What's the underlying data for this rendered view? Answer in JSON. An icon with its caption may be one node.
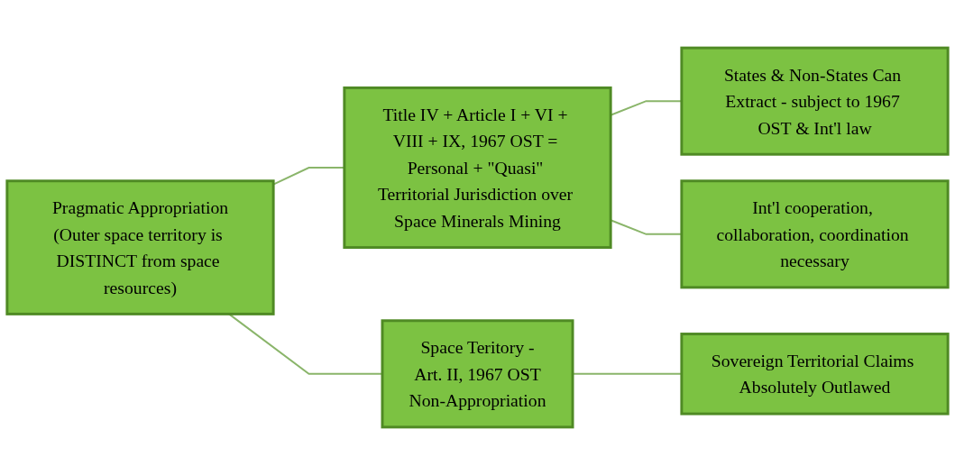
{
  "diagram": {
    "nodes": [
      {
        "text": [
          "Pragmatic Appropriation",
          "(Outer space territory is DISTINCT from space resources)"
        ]
      },
      {
        "text": [
          "Title IV + Article I + VI + VIII + IX, 1967 OST = Personal + \"Quasi\" Territorial Jurisdiction over Space Minerals Mining"
        ]
      },
      {
        "text": [
          "Space Teritory -",
          "Art. II, 1967 OST",
          "Non-Appropriation"
        ]
      },
      {
        "text": [
          "States & Non-States Can Extract - subject to 1967 OST & Int'l law"
        ]
      },
      {
        "text": [
          "Int'l cooperation, collaboration, coordination necessary"
        ]
      },
      {
        "text": [
          "Sovereign Territorial Claims Absolutely Outlawed"
        ]
      }
    ],
    "edges": [
      {
        "from": 0,
        "to": 1,
        "arrow": "none"
      },
      {
        "from": 0,
        "to": 2,
        "arrow": "none"
      },
      {
        "from": 1,
        "to": 3,
        "arrow": "none"
      },
      {
        "from": 1,
        "to": 4,
        "arrow": "none"
      },
      {
        "from": 2,
        "to": 5,
        "arrow": "none"
      }
    ]
  }
}
